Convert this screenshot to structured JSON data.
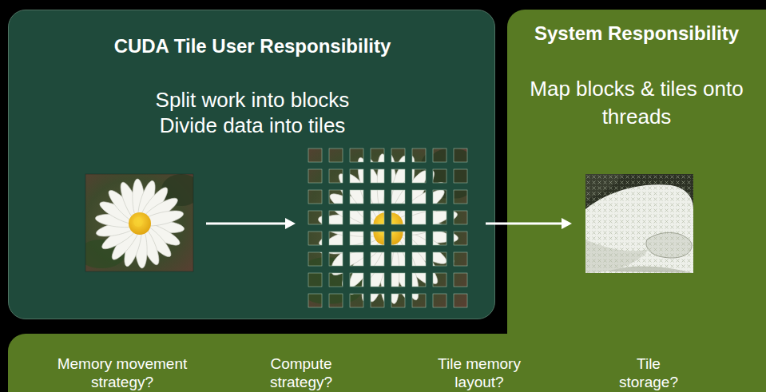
{
  "diagram": {
    "nodes": [
      {
        "text": [
          "CUDA Tile User Responsibility",
          "Split work into blocks",
          "Divide data into tiles"
        ]
      },
      {
        "text": [
          "System Responsibility",
          "Map blocks & tiles onto threads"
        ]
      },
      {
        "text": [
          "Memory movement strategy?",
          "Compute strategy?",
          "Tile memory layout?",
          "Tile storage?"
        ]
      }
    ]
  }
}
